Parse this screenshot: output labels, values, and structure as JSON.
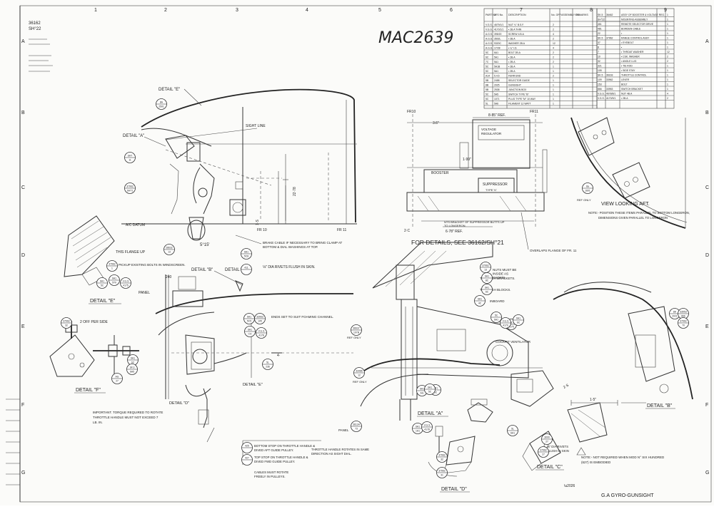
{
  "drawing": {
    "handwritten_id": "MAC2639",
    "footer_title": "G.A GYRO-GUNSIGHT",
    "left_notes": [
      "36162",
      "SH°22"
    ]
  },
  "grid": {
    "columns": [
      "1",
      "2",
      "3",
      "4",
      "5",
      "6",
      "7",
      "8",
      "9"
    ],
    "rows": [
      "A",
      "B",
      "C",
      "D",
      "E",
      "F",
      "G"
    ]
  },
  "parts_table": {
    "headers": [
      "PART No.",
      "2FS No.",
      "DESCRIPTION",
      "No. OFF",
      "ASSEMBLY ON",
      "REMARKS"
    ],
    "left_rows": [
      [
        "V.G.S.",
        "4679/1/1",
        "NUT ¼\" B.S.F.",
        "2"
      ],
      [
        "V.G.S.",
        "4170/1/1",
        "• 2B.A THIN",
        "2"
      ],
      [
        "A.G.S.",
        "395/20",
        "SCREW 4.B.A",
        "4"
      ],
      [
        "A.G.S.",
        "3502L",
        "• 2B.A",
        "2"
      ],
      [
        "A.G.S.",
        "9320C",
        "WASHER 2B.A",
        "12"
      ],
      [
        "A.G.S.",
        "17/28",
        "• ¼\" I.D.",
        "4"
      ],
      [
        "5C",
        "6A1",
        "BOLT 2B.A",
        "2"
      ],
      [
        "6C",
        "5A1",
        "• 2B.A",
        "2"
      ],
      [
        "7C",
        "5A1",
        "• 2B.A",
        "2"
      ],
      [
        "5C",
        "5A1B",
        "• 2B.A",
        "1"
      ],
      [
        "5C",
        "5A1",
        "• 2B.A",
        "1"
      ],
      [
        "A14",
        "5.4.5",
        "FERR END",
        "2"
      ],
      [
        "5B",
        "2458",
        "SELECTOR GUIDE",
        "1"
      ],
      [
        "8B",
        "2025",
        "GUNSIGHT",
        "1"
      ],
      [
        "5B",
        "2538",
        "JUNCTION BOX",
        "1"
      ],
      [
        "5C",
        "5A5",
        "SWITCH TYPE \"B\"",
        "1"
      ],
      [
        "5C",
        "1071",
        "PLUG TYPE \"M\" 10 WAY",
        "1"
      ],
      [
        "5L",
        "5A6",
        "FILAMENT 12 WATT",
        "1"
      ]
    ],
    "right_rows": [
      [
        "SK.5",
        "36462",
        "ASSY OF BOOSTER & VOLTAGE REG.",
        "1"
      ],
      [
        "SH°22",
        "",
        "MOUNTING ASSEMBLY",
        "1"
      ],
      [
        "461",
        "",
        "REMOTE SELECTOR DRIVE",
        "1"
      ],
      [
        "481",
        "",
        "BOWDEN CABLE",
        "1"
      ],
      [
        "22",
        "",
        "•",
        "1"
      ],
      [
        "SK.5",
        "37962",
        "RANGE CONTROL ASSY",
        "1"
      ],
      [
        "37",
        "",
        "• EYEBOLT",
        "1"
      ],
      [
        "8",
        "",
        "•",
        "1"
      ],
      [
        "7",
        "",
        "• THROAT WASHER",
        "12"
      ],
      [
        "10",
        "",
        "• CSK. WASHER",
        "2"
      ],
      [
        "32",
        "",
        "• ANGLE LUG",
        "2"
      ],
      [
        "321",
        "",
        "• TIE ROD",
        "1"
      ],
      [
        "105",
        "",
        "• SIDE STAY",
        "1"
      ],
      [
        "SK.5",
        "36163",
        "THROTTLE CONTROL",
        "1"
      ],
      [
        "109",
        "33962",
        "LEVER",
        "1"
      ],
      [
        "153",
        "",
        "BOLT",
        "1"
      ],
      [
        "866",
        "33953",
        "SWITCH BRACKET",
        "1"
      ],
      [
        "V.G.S.",
        "4678/8/1",
        "NUT 4B.A",
        "4"
      ],
      [
        "V.G.S.",
        "4170/9/1",
        "• 2B.A",
        "2"
      ]
    ]
  },
  "labels": {
    "detail_e_top": "DETAIL \"E\"",
    "detail_a_top": "DETAIL \"A\"",
    "sight_line": "SIGHT LINE",
    "a_c_datum": "A/C DATUM",
    "angle_5": "5°15'",
    "dim_1s": "1·S",
    "dim_2278": "22·78",
    "fr10": "FR 10",
    "fr11": "FR 11",
    "note_brake": "BRAKE CABLE IF NECESSARY TO BRING CLAMP AT BOTTOM & DIAL WASHINGS AT TOP.",
    "note_rivets": "⅛\" DIA RIVETS FLUSH IN SKIN.",
    "this_flange_up": "THIS FLANGE UP",
    "pick_up": "PICKUP EXISTING BOLTS IN WINDSCREEN.",
    "detail_e_left": "DETAIL \"E\"",
    "detail_b_mid": "DETAIL \"B\"",
    "detail_c_mid": "DETAIL \"C\"",
    "panel": "PANEL",
    "ends_set": "ENDS SET TO SUIT FOAMING CHANNEL.",
    "detail_d_mid": "DETAIL \"D\"",
    "detail_e_mid": "DETAIL \"E\"",
    "detail_f": "DETAIL \"F\"",
    "off_per_side": "2 OFF PER SIDE",
    "torque_note": "IMPORTANT. TORQUE REQUIRED TO ROTATE THROTTLE HANDLE MUST NOT EXCEED 7 LB. IN.",
    "note_425": "BOTTOM STOP ON THROTTLE HANDLE & DIVED AFT GUIDE PULLEY.",
    "note_427": "TOP STOP ON THROTTLE HANDLE & DIVED FWD GUIDE PULLEY.",
    "pulley_note": "THROTTLE HANDLE ROTATES IN SAME DIRECTION AS SIGHT DIAL.",
    "cables_note": "CABLES MUST ROTATE FREELY IN PULLEYS.",
    "voltage_reg": "VOLTAGE REGULATOR",
    "booster": "BOOSTER",
    "suppressor": "SUPPRESSOR",
    "suppressor_type": "TYPE 'K'",
    "dim_835": "8·85\" REF.",
    "dim_35": "3.6\"",
    "dim_199": "1·99\"",
    "dim_678": "6·78\" REF.",
    "dim_2c": "2·C",
    "fr10_mid": "FR10",
    "fr11_mid": "FR11",
    "supp_note": "NTS BRACKET OF SUPPRESSOR BUTTS UP TO LONGERON.",
    "overlaps": "OVERLAPS FLANGE OF FR. 11",
    "for_details": "FOR DETAILS, SEE 36162/SH°21",
    "view_aft": "VIEW LOOKING AFT.",
    "view_note1": "NOTE:- POSITION THESE ITEMS PARALLEL TO BOTTOM LONGERON,",
    "view_note2": "DIMENSIONS GIVEN PARALLEL TO LONGERON",
    "ref_only": "REF ONLY",
    "nuts_note": "NUTS MUST BE INSIDE AS SHOWN.",
    "through_brackets": "THROUGH BRACKETS.",
    "through_blocks": "THROUGH BLOCKS.",
    "inboard": "INBOARD",
    "cockpit_vent": "COCKPIT VENTILATOR",
    "detail_a_bot": "DETAIL \"A\"",
    "panel_bot": "PANEL",
    "ref_only2": "REF ONLY",
    "ref_only3": "REF ONLY",
    "detail_d_bot": "DETAIL \"D\"",
    "detail_c_bot": "DETAIL \"C\"",
    "detail_b_right": "DETAIL \"B\"",
    "rivets_note": "⅛\" DIA RIVETS FLUSH IN SKIN",
    "note_mod": "NOTE:- NOT REQUIRED WHEN MOD N° SIX HUNDRED (627) IS EMBODIED",
    "dim_15": "1·5\"",
    "dim_4": "4·",
    "dim_2s": "2·S"
  },
  "bubbles": [
    {
      "top": "8A",
      "bot": "2501"
    },
    {
      "top": "SHT",
      "bot": "11"
    },
    {
      "top": "37962",
      "bot": "SHT1"
    },
    {
      "top": "28632",
      "bot": "13"
    },
    {
      "top": "6A1",
      "bot": "5C8"
    },
    {
      "top": "411",
      "bot": ""
    },
    {
      "top": "37962",
      "bot": "1"
    },
    {
      "top": "6A1",
      "bot": "5C"
    },
    {
      "top": "6A1",
      "bot": "5T0"
    },
    {
      "top": "V.G.S",
      "bot": "4175"
    },
    {
      "top": "37962",
      "bot": "32"
    },
    {
      "top": "6A1",
      "bot": "SC"
    },
    {
      "top": "SF.3",
      "bot": "6A5"
    },
    {
      "top": "AG",
      "bot": "27"
    },
    {
      "top": "6A1",
      "bot": "5C5"
    },
    {
      "top": "33963",
      "bot": "105"
    },
    {
      "top": "6A1",
      "bot": "CH"
    },
    {
      "top": "V.G.S",
      "bot": "4178"
    },
    {
      "top": "5L",
      "bot": "236"
    },
    {
      "top": "425",
      "bot": ""
    },
    {
      "top": "427",
      "bot": ""
    },
    {
      "top": "37962",
      "bot": "13"
    },
    {
      "top": "6A1",
      "bot": "8C"
    },
    {
      "top": "6A1",
      "bot": "6C"
    },
    {
      "top": "6A1",
      "bot": "4C"
    },
    {
      "top": "36637",
      "bot": "107B"
    },
    {
      "top": "33486",
      "bot": "12"
    },
    {
      "top": "5C",
      "bot": "6A1"
    },
    {
      "top": "V.G.S",
      "bot": "4175"
    },
    {
      "top": "6A1",
      "bot": "5C"
    },
    {
      "top": "36134",
      "bot": "73"
    },
    {
      "top": "6A1",
      "bot": "1A1"
    },
    {
      "top": "V.G.S",
      "bot": "4178"
    },
    {
      "top": "5L",
      "bot": "SA1"
    },
    {
      "top": "37962",
      "bot": "32"
    },
    {
      "top": "37962",
      "bot": "31"
    },
    {
      "top": "6A1",
      "bot": "AG"
    },
    {
      "top": "V.G.S",
      "bot": "4170"
    },
    {
      "top": "6A1",
      "bot": "5C"
    },
    {
      "top": "8A",
      "bot": "2021"
    },
    {
      "top": "33953",
      "bot": "866"
    },
    {
      "top": "37962",
      "bot": "70"
    },
    {
      "top": "3000",
      "bot": "27"
    },
    {
      "top": "37962",
      "bot": "27"
    },
    {
      "top": "8a",
      "bot": "1601"
    },
    {
      "top": "6A1",
      "bot": "SC"
    }
  ]
}
